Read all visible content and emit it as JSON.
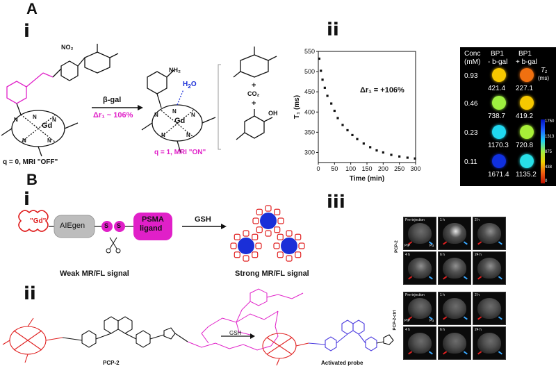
{
  "panel_a": {
    "letter": "A",
    "sub_i": "i",
    "sub_ii": "ii",
    "reaction": {
      "left_label": "q = 0, MRI \"OFF\"",
      "right_label": "q = 1, MRI \"ON\"",
      "arrow_top": "β-gal",
      "arrow_bottom": "Δr₁ ~ 106%",
      "byproducts_plus1": "+",
      "byproducts_co2": "CO₂",
      "byproducts_plus2": "+",
      "nitro": "NO₂",
      "oh": "OH",
      "nh2": "NH₂",
      "gd": "Gd",
      "h2o": "H",
      "h2o_o": "O",
      "h2o_h": "H"
    },
    "annotation": "Δr₁ = +106%"
  },
  "chart_data": {
    "type": "scatter",
    "xlabel": "Time (min)",
    "ylabel": "T₁ (ms)",
    "xlim": [
      0,
      300
    ],
    "ylim": [
      275,
      550
    ],
    "xticks": [
      0,
      50,
      100,
      150,
      200,
      250,
      300
    ],
    "yticks": [
      300,
      350,
      400,
      450,
      500,
      550
    ],
    "x": [
      3,
      8,
      13,
      20,
      28,
      40,
      50,
      60,
      75,
      90,
      105,
      120,
      140,
      160,
      180,
      200,
      225,
      250,
      275,
      298
    ],
    "y": [
      532,
      502,
      480,
      460,
      440,
      421,
      403,
      385,
      368,
      355,
      343,
      333,
      322,
      313,
      305,
      300,
      294,
      290,
      287,
      285
    ]
  },
  "heatmap": {
    "header_conc": "Conc",
    "header_mm": "(mM)",
    "header_col1": "BP1",
    "header_col1b": "- b-gal",
    "header_col2": "BP1",
    "header_col2b": "+ b-gal",
    "t1_label": "T₁",
    "t1_unit": "(ms)",
    "rows": [
      {
        "conc": "0.93",
        "v1": "421.4",
        "v2": "227.1",
        "c1": "#f6c800",
        "c2": "#f07010"
      },
      {
        "conc": "0.46",
        "v1": "738.7",
        "v2": "419.2",
        "c1": "#9ef040",
        "c2": "#f6c800"
      },
      {
        "conc": "0.23",
        "v1": "1170.3",
        "v2": "720.8",
        "c1": "#20d8f0",
        "c2": "#a8f038"
      },
      {
        "conc": "0.11",
        "v1": "1671.4",
        "v2": "1135.2",
        "c1": "#1030e0",
        "c2": "#28e0e8"
      }
    ],
    "colorbar_ticks": [
      "1750",
      "1313",
      "875",
      "438",
      "0"
    ]
  },
  "panel_b": {
    "letter": "B",
    "sub_i": "i",
    "sub_ii": "ii",
    "sub_iii": "iii",
    "scheme": {
      "gd": "\"Gd\"",
      "aiegen": "AIEgen",
      "s1": "S",
      "s2": "S",
      "psma1": "PSMA",
      "psma2": "ligand",
      "gsh": "GSH",
      "weak": "Weak MR/FL signal",
      "strong": "Strong MR/FL signal"
    },
    "structures": {
      "left_name": "PCP-2",
      "right_name": "Activated probe",
      "arrow_label": "GSH"
    },
    "mri": {
      "group1": "PCP-2",
      "group2": "PCP-2-ctrl",
      "tiles": [
        "Pre-injection",
        "1 h",
        "2 h",
        "4 h",
        "6 h",
        "24 h"
      ],
      "pip": "PIP",
      "pu": "Pu"
    }
  }
}
